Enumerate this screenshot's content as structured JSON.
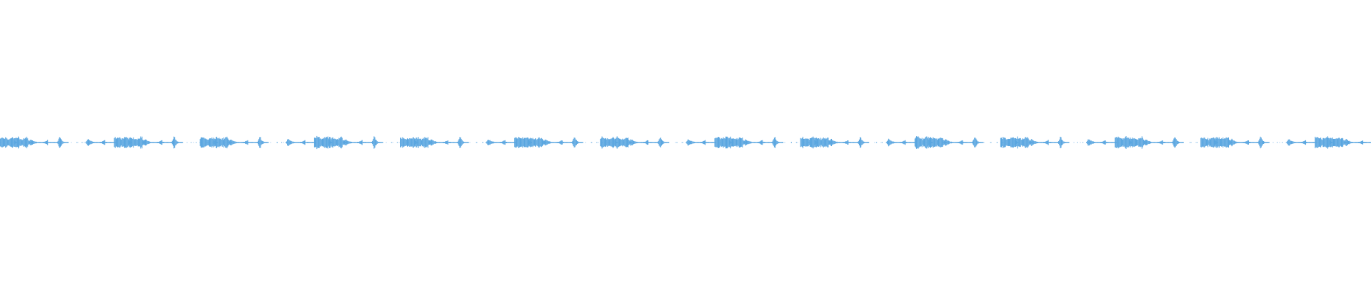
{
  "waveform": {
    "color": "#5aa6e0",
    "pattern": [
      {
        "shape": "loud",
        "rel_peak": 1.0
      },
      {
        "shape": "loud",
        "rel_peak": 1.0
      },
      {
        "shape": "fade",
        "rel_peak": 0.75
      },
      {
        "shape": "arrow",
        "rel_peak": 0.55
      },
      {
        "shape": "spike",
        "rel_peak": 1.2
      },
      {
        "shape": "dots",
        "rel_peak": 0.1
      },
      {
        "shape": "fade",
        "rel_peak": 0.75
      },
      {
        "shape": "arrow",
        "rel_peak": 0.55
      },
      {
        "shape": "loud",
        "rel_peak": 1.1
      },
      {
        "shape": "loud",
        "rel_peak": 1.0
      },
      {
        "shape": "fade",
        "rel_peak": 0.75
      },
      {
        "shape": "arrow",
        "rel_peak": 0.55
      },
      {
        "shape": "spike",
        "rel_peak": 1.3
      },
      {
        "shape": "dots",
        "rel_peak": 0.1
      }
    ],
    "repeats": 7
  }
}
